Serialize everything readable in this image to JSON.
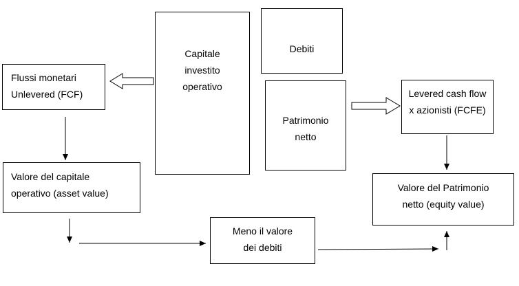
{
  "boxes": {
    "capitale": "Capitale\ninvestito\noperativo",
    "debiti": "Debiti",
    "patrimonio": "Patrimonio\nnetto",
    "fcf": "Flussi monetari\nUnlevered (FCF)",
    "fcfe": "Levered cash flow\nx  azionisti (FCFE)",
    "asset_value": "Valore del capitale\noperativo (asset value)",
    "equity_value": "Valore del Patrimonio\nnetto (equity value)",
    "meno_debiti": "Meno il valore\ndei debiti"
  },
  "colors": {
    "line": "#000000",
    "box_fill": "#ffffff"
  },
  "icons": [
    "hollow-arrow-left-icon",
    "hollow-arrow-right-icon",
    "arrow-down-icon",
    "arrow-right-icon",
    "arrow-up-icon"
  ]
}
